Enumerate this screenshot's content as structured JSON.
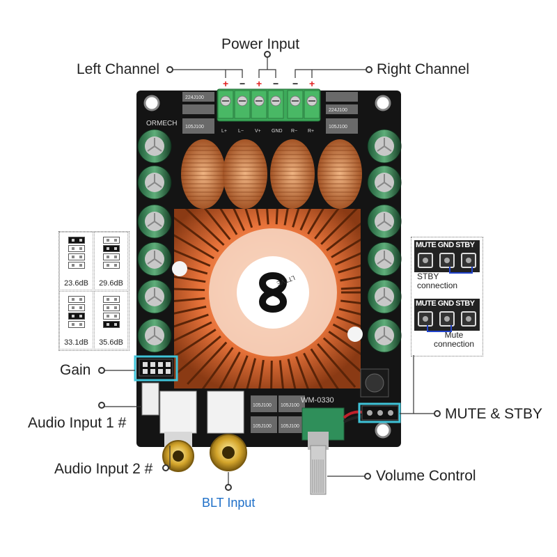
{
  "callouts": {
    "power_input": "Power Input",
    "left_channel": "Left Channel",
    "right_channel": "Right Channel",
    "gain": "Gain",
    "audio_input_1": "Audio Input 1 #",
    "audio_input_2": "Audio Input 2 #",
    "blt_input": "BLT Input",
    "volume_control": "Volume Control",
    "mute_stby": "MUTE & STBY"
  },
  "terminal_polarity": [
    "+",
    "−",
    "+",
    "−",
    "−",
    "+"
  ],
  "terminal_labels": [
    "L+",
    "L−",
    "V+",
    "GND",
    "R−",
    "R+"
  ],
  "board": {
    "brand": "ORMECH",
    "model": "WM-0330",
    "fan_text": "LTTVE",
    "resistor_labels": [
      "224J100",
      "224J100",
      "105J100",
      "105J100",
      "105J100",
      "105J100",
      "105J100",
      "105J100"
    ]
  },
  "gain_settings": [
    {
      "label": "23.6dB",
      "jumpers": [
        true,
        false,
        false,
        false
      ]
    },
    {
      "label": "29.6dB",
      "jumpers": [
        false,
        true,
        false,
        false
      ]
    },
    {
      "label": "33.1dB",
      "jumpers": [
        false,
        false,
        true,
        false
      ]
    },
    {
      "label": "35.6dB",
      "jumpers": [
        false,
        false,
        false,
        true
      ]
    }
  ],
  "mute_panel": {
    "header": [
      "MUTE",
      "GND",
      "STBY"
    ],
    "stby_caption": "STBY connection",
    "mute_caption": "Mute connection"
  },
  "colors": {
    "pcb": "#141414",
    "heatsink": "#e8733a",
    "terminal": "#3daa5a",
    "highlight": "#3fc3d8",
    "label_blue": "#1e6fc8",
    "jumper_wire": "#2244cc"
  }
}
